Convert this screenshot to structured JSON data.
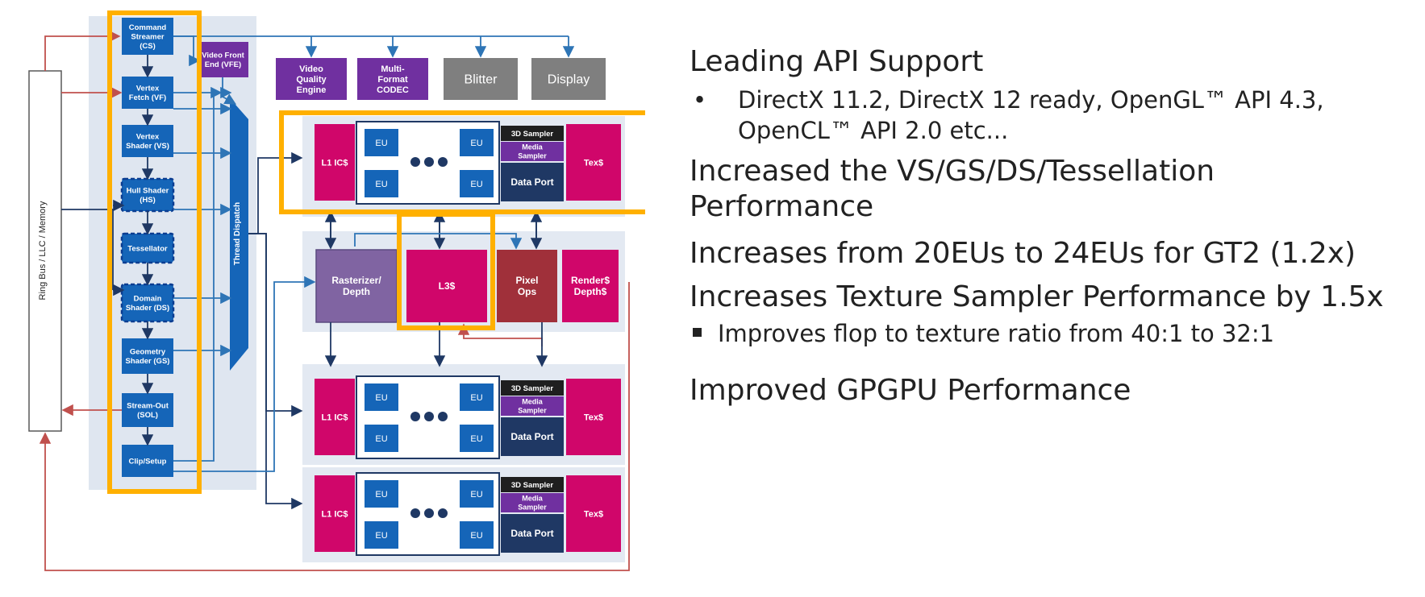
{
  "diagram": {
    "ring_bus": "Ring Bus / LLC / Memory",
    "pipeline": [
      "Command Streamer (CS)",
      "Vertex Fetch (VF)",
      "Vertex Shader (VS)",
      "Hull Shader (HS)",
      "Tessellator",
      "Domain Shader (DS)",
      "Geometry Shader (GS)",
      "Stream-Out (SOL)",
      "Clip/Setup"
    ],
    "vfe": "Video Front End (VFE)",
    "thread_dispatch": "Thread Dispatch",
    "top_units": [
      "Video Quality Engine",
      "Multi-Format CODEC",
      "Blitter",
      "Display"
    ],
    "subslice": {
      "l1": "L1 IC$",
      "eu": "EU",
      "sampler_3d": "3D Sampler",
      "media_sampler": "Media Sampler",
      "data_port": "Data Port",
      "tex": "Tex$"
    },
    "slice_common": {
      "rasterizer": "Rasterizer/ Depth",
      "l3": "L3$",
      "pixel_ops": "Pixel Ops",
      "render": "Render$ Depth$"
    }
  },
  "bullets": [
    {
      "level": 0,
      "text": "Leading API Support"
    },
    {
      "level": 1,
      "marker": "•",
      "lines": [
        "DirectX 11.2, DirectX 12 ready, OpenGL™ API 4.3,",
        "OpenCL™ API 2.0 etc..."
      ]
    },
    {
      "level": 0,
      "lines": [
        "Increased the VS/GS/DS/Tessellation",
        "Performance"
      ]
    },
    {
      "level": 0,
      "text": "Increases from 20EUs to 24EUs for GT2 (1.2x)"
    },
    {
      "level": 0,
      "text": "Increases Texture Sampler Performance by 1.5x"
    },
    {
      "level": 2,
      "text": "Improves flop to texture ratio from 40:1 to 32:1"
    },
    {
      "level": 0,
      "text": "Improved GPGPU Performance"
    }
  ],
  "colors": {
    "pipeline_blue": "#1565b8",
    "pink": "#d0066a",
    "purple": "#7030a0",
    "gray": "#7f7f7f",
    "highlight": "#ffb000",
    "dark": "#1f1f1f",
    "navy": "#1f3864",
    "arrow_red": "#c0504d",
    "arrow_blue": "#2e75b6",
    "rast": "#8064a2",
    "pixel": "#a0303a"
  }
}
